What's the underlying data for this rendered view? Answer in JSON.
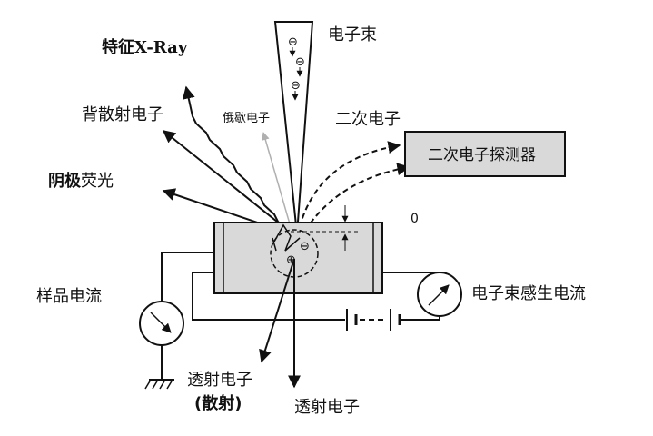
{
  "labels": {
    "electron_beam": "电子束",
    "characteristic_xray": "特征X-Ray",
    "backscattered_electrons": "背散射电子",
    "auger_electrons": "俄歇电子",
    "secondary_electrons": "二次电子",
    "secondary_electron_detector": "二次电子探测器",
    "cathodoluminescence_bold": "阴极",
    "cathodoluminescence_rest": "荧光",
    "sample_current": "样品电流",
    "beam_induced_current": "电子束感生电流",
    "transmitted_scattered_line1": "透射电子",
    "transmitted_scattered_line2": "(散射)",
    "transmitted_electrons": "透射电子",
    "zero_mark": "0"
  },
  "symbols": {
    "electron": "⊖",
    "hole": "⊕"
  },
  "colors": {
    "ink": "#111111",
    "sample_fill": "#d9d9d9",
    "detector_fill": "#d9d9d9",
    "auger_arrow": "#b0b0b0",
    "background": "#ffffff"
  }
}
